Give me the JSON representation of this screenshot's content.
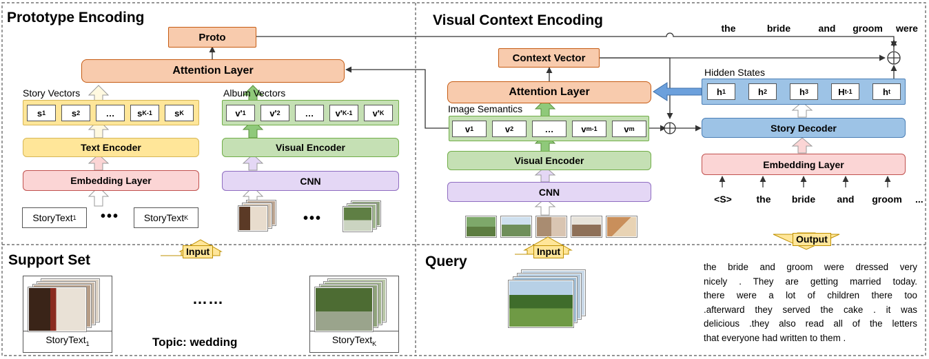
{
  "titles": {
    "prototype": "Prototype Encoding",
    "visual_context": "Visual Context Encoding",
    "support_set": "Support Set",
    "query": "Query"
  },
  "prototype": {
    "proto": "Proto",
    "attention": "Attention Layer",
    "story_vectors_label": "Story Vectors",
    "album_vectors_label": "Album Vectors",
    "story_cells": [
      {
        "base": "s",
        "sub": "1"
      },
      {
        "base": "s",
        "sub": "2"
      },
      {
        "base": "…",
        "sub": ""
      },
      {
        "base": "s",
        "sub": "K-1"
      },
      {
        "base": "s",
        "sub": "K"
      }
    ],
    "album_cells": [
      {
        "base": "v'",
        "sub": "1"
      },
      {
        "base": "v'",
        "sub": "2"
      },
      {
        "base": "…",
        "sub": ""
      },
      {
        "base": "v'",
        "sub": "K-1"
      },
      {
        "base": "v'",
        "sub": "K"
      }
    ],
    "text_encoder": "Text Encoder",
    "embedding_layer": "Embedding Layer",
    "visual_encoder": "Visual Encoder",
    "cnn": "CNN",
    "story_text_base": "StoryText",
    "story_text_sub1": "1",
    "story_text_subk": "K",
    "dots": "•••"
  },
  "visual": {
    "context_vector": "Context Vector",
    "attention": "Attention Layer",
    "image_semantics_label": "Image Semantics",
    "image_cells": [
      {
        "base": "v",
        "sub": "1"
      },
      {
        "base": "v",
        "sub": "2"
      },
      {
        "base": "…",
        "sub": ""
      },
      {
        "base": "v",
        "sub": "m-1"
      },
      {
        "base": "v",
        "sub": "m"
      }
    ],
    "visual_encoder": "Visual Encoder",
    "cnn": "CNN",
    "hidden_states_label": "Hidden States",
    "hidden_cells": [
      {
        "base": "h",
        "sub": "1"
      },
      {
        "base": "h",
        "sub": "2"
      },
      {
        "base": "h",
        "sub": "3"
      },
      {
        "base": "H",
        "sub": "t-1"
      },
      {
        "base": "h",
        "sub": "t"
      }
    ],
    "story_decoder": "Story Decoder",
    "embedding_layer": "Embedding Layer",
    "output_words": [
      "the",
      "bride",
      "and",
      "groom",
      "were"
    ],
    "input_words": [
      "<S>",
      "the",
      "bride",
      "and",
      "groom"
    ],
    "ellipsis": "..."
  },
  "badges": {
    "input": "Input",
    "output": "Output"
  },
  "support": {
    "ellipsis": "……",
    "topic": "Topic: wedding",
    "story_text_base": "StoryText",
    "sub1": "1",
    "subk": "K"
  },
  "query": {
    "story_lines": [
      "the bride and groom were dressed very",
      "nicely . They  are getting married today.",
      "there were a lot of children there too",
      ".afterward they served the cake . it was",
      "delicious .they also read all of the letters",
      "that everyone had written to them ."
    ]
  }
}
